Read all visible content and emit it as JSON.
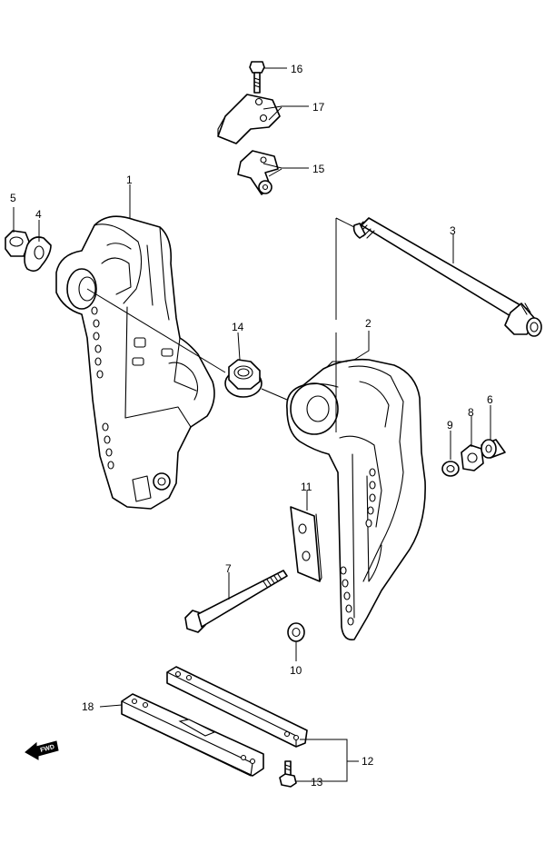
{
  "callouts": {
    "c1": "1",
    "c2": "2",
    "c3": "3",
    "c4": "4",
    "c5": "5",
    "c6": "6",
    "c7": "7",
    "c8": "8",
    "c9": "9",
    "c10": "10",
    "c11": "11",
    "c12": "12",
    "c13": "13",
    "c14": "14",
    "c15": "15",
    "c16": "16",
    "c17": "17",
    "c18": "18"
  },
  "direction_marker": {
    "label": "FWD",
    "icon": "forward-arrow-icon"
  }
}
